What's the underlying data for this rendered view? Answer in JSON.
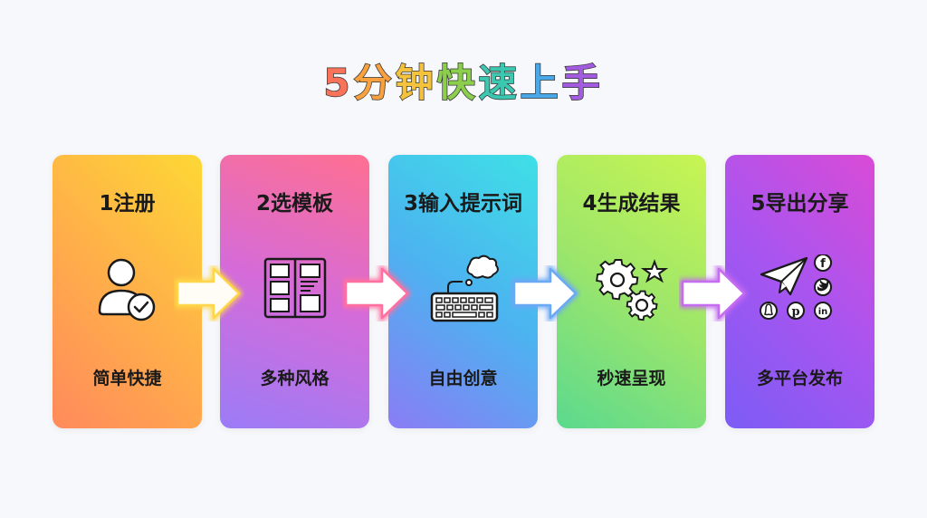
{
  "title": {
    "chars": [
      "5",
      "分",
      "钟",
      "快",
      "速",
      "上",
      "手"
    ],
    "colors": [
      "#f9735b",
      "#f9a03f",
      "#f5c33b",
      "#8ccf4d",
      "#3cc7b0",
      "#4aa8e8",
      "#a35ce0"
    ]
  },
  "steps": [
    {
      "head": "1注册",
      "foot": "简单快捷",
      "icon": "user-check-icon",
      "gradient": [
        "#fdd835",
        "#ffb347",
        "#ff8a5c"
      ]
    },
    {
      "head": "2选模板",
      "foot": "多种风格",
      "icon": "template-layout-icon",
      "gradient": [
        "#ff6f91",
        "#d56bd9",
        "#9b7cf7"
      ]
    },
    {
      "head": "3输入提示词",
      "foot": "自由创意",
      "icon": "keyboard-thought-icon",
      "gradient": [
        "#3ee0e6",
        "#4cb3f0",
        "#8a7cf5"
      ]
    },
    {
      "head": "4生成结果",
      "foot": "秒速呈现",
      "icon": "gears-star-icon",
      "gradient": [
        "#c8f552",
        "#9de66a",
        "#5bd98f"
      ]
    },
    {
      "head": "5导出分享",
      "foot": "多平台发布",
      "icon": "paper-plane-social-icon",
      "gradient": [
        "#d94bd6",
        "#a855f0",
        "#7c5cf5"
      ]
    }
  ],
  "arrows": [
    {
      "glow": "#ffd54a"
    },
    {
      "glow": "#ff6fa0"
    },
    {
      "glow": "#6aa8f5"
    },
    {
      "glow": "#b16cf0"
    }
  ],
  "social_icons": [
    "facebook",
    "twitter",
    "snapchat",
    "pinterest",
    "linkedin"
  ]
}
